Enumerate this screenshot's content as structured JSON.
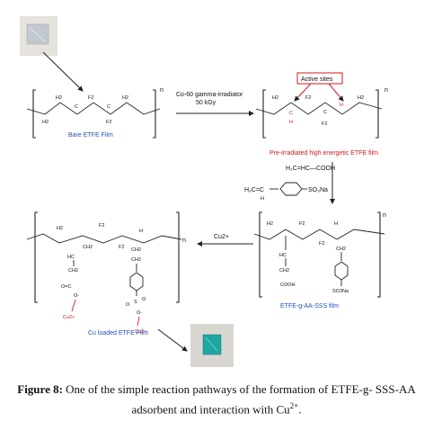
{
  "labels": {
    "bare_film": "Bare ETFE Film",
    "irradiation_line1": "Co-60 gamma-irradiator",
    "irradiation_line2": "50 kGy",
    "active_sites": "Active sites",
    "preirradiated_film": "Pre-irradiated high energetic  ETFE film",
    "monomer_aa": "H₂C=HC—COOH",
    "monomer_sss_left": "H₂C=C",
    "monomer_sss_right": "SO₃Na",
    "monomer_sss_h": "H",
    "grafted_film": "ETFE-g-AA-SSS film",
    "cu_loaded_film": "Cu loaded ETFE Film",
    "cu_reagent": "Cu2+",
    "n": "n"
  },
  "atoms": {
    "h2": "H2",
    "f2": "F2",
    "ch2": "CH2",
    "hc": "HC",
    "h": "H",
    "c": "C",
    "cooh": "COOH",
    "so3na": "SO3Na",
    "o_eq": "O=C",
    "o_minus": "O-",
    "o_s": "O",
    "s": "S",
    "cu2plus": "Cu2+"
  },
  "caption": {
    "label": "Figure 8:",
    "text": " One of the simple reaction pathways of the formation of ETFE-g- SSS-AA adsorbent and interaction with Cu",
    "superscript": "2+",
    "end": "."
  },
  "colors": {
    "film_swatch": "#b9c2c8",
    "cu_film_swatch": "#1fa6a0",
    "highlight_red": "#d21a1a",
    "label_blue": "#1f4fbf"
  }
}
